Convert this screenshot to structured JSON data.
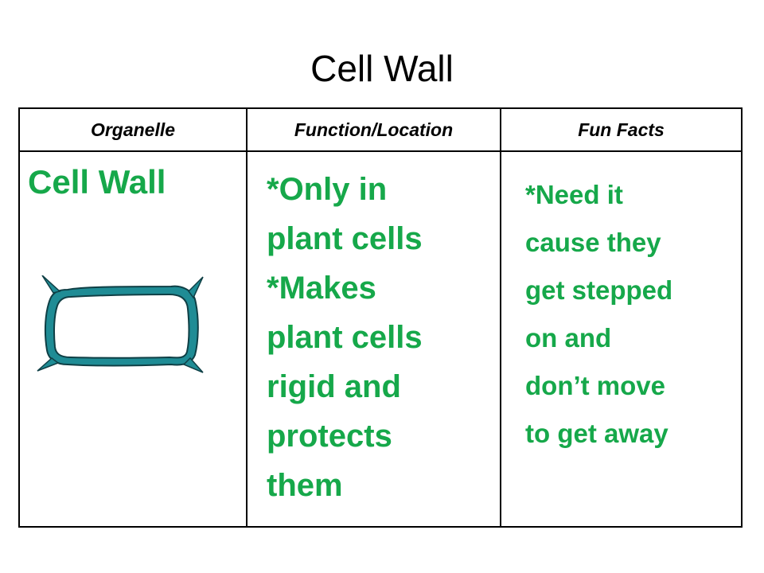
{
  "slide": {
    "title": "Cell Wall"
  },
  "table": {
    "headers": [
      "Organelle",
      "Function/Location",
      "Fun Facts"
    ],
    "row": {
      "organelle": "Cell Wall",
      "function_lines": [
        "*Only in",
        "plant cells",
        "*Makes",
        "plant cells",
        "rigid and",
        "protects",
        "them"
      ],
      "facts_lines": [
        "*Need it",
        "cause they",
        "get stepped",
        "on and",
        "don’t move",
        "to get away"
      ]
    }
  },
  "colors": {
    "text_green": "#16a84a",
    "wall_fill": "#1f8c95",
    "wall_stroke": "#0f3f45"
  },
  "icons": {
    "cell_wall": "cell-wall-drawing-icon"
  }
}
